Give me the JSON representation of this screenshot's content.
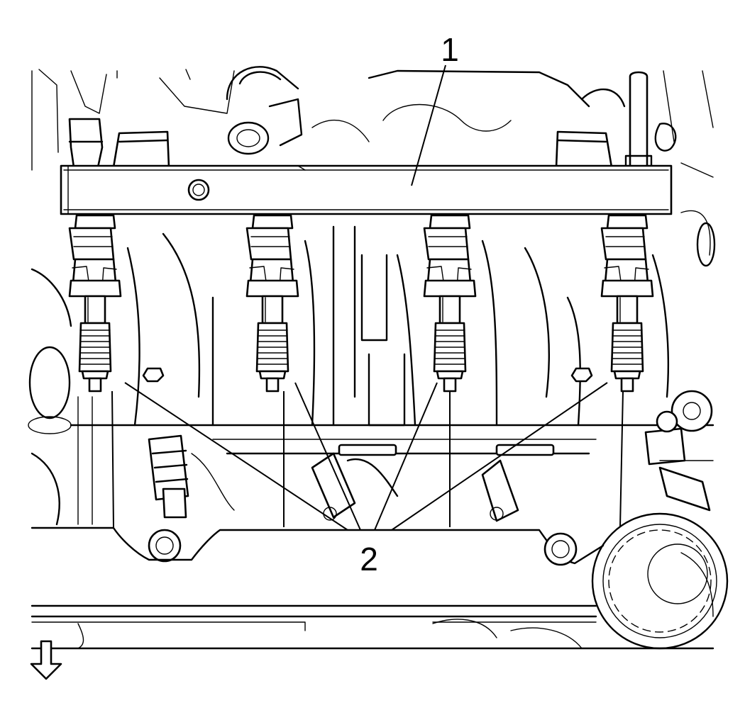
{
  "callouts": {
    "fuel_rail": "1",
    "injectors": "2"
  },
  "view_arrow": {
    "icon": "down-arrow-icon",
    "direction": "down"
  }
}
